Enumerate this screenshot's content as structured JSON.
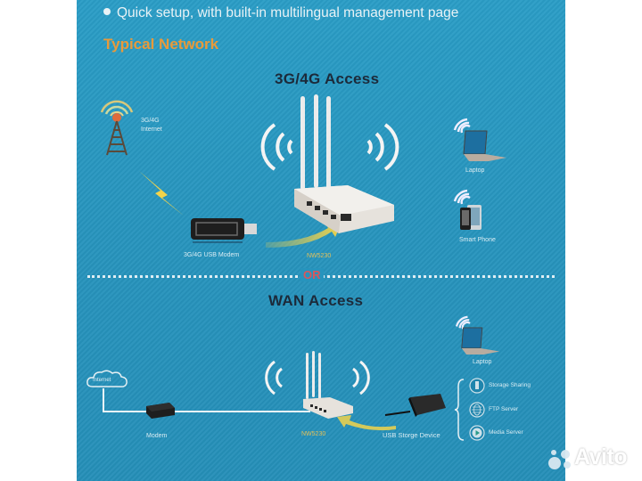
{
  "feature_bullet": "Quick setup, with built-in multilingual management page",
  "section_title": "Typical Network",
  "top_section": {
    "heading": "3G/4G Access",
    "tower_label_line1": "3G/4G",
    "tower_label_line2": "Internet",
    "modem_label": "3G/4G USB Modem",
    "router_label": "NW5230",
    "devices": [
      {
        "label": "Laptop",
        "icon": "laptop-icon"
      },
      {
        "label": "Smart Phone",
        "icon": "smartphone-icon"
      }
    ]
  },
  "separator_label": "OR",
  "bottom_section": {
    "heading": "WAN Access",
    "cloud_label": "Internet",
    "modem_label": "Modem",
    "router_label": "NW5230",
    "storage_label": "USB Storge Device",
    "laptop_label": "Laptop",
    "services": [
      {
        "label": "Storage Sharing",
        "icon": "storage-icon"
      },
      {
        "label": "FTP Server",
        "icon": "globe-icon"
      },
      {
        "label": "Media Server",
        "icon": "play-icon"
      }
    ]
  },
  "watermark": "Avito",
  "colors": {
    "panel_bg": "#2794bd",
    "title_orange": "#e89a3a",
    "heading_dark": "#1c2a3a",
    "or_red": "#d9565c",
    "router_label_yellow": "#e2c15a"
  }
}
